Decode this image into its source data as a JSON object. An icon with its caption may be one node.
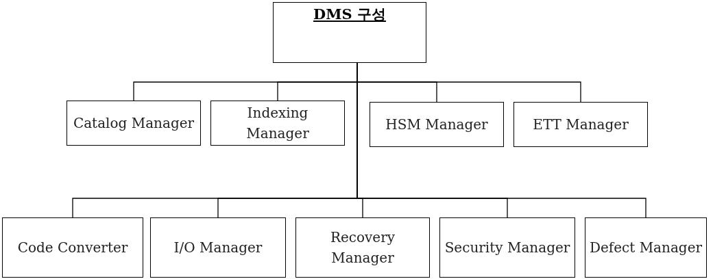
{
  "diagram": {
    "nodes": [
      {
        "text": [
          "DMS 구성"
        ]
      },
      {
        "text": [
          "Catalog Manager"
        ]
      },
      {
        "text": [
          "Indexing Manager"
        ]
      },
      {
        "text": [
          "HSM Manager"
        ]
      },
      {
        "text": [
          "ETT Manager"
        ]
      },
      {
        "text": [
          "Code Converter"
        ]
      },
      {
        "text": [
          "I/O Manager"
        ]
      },
      {
        "text": [
          "Recovery Manager"
        ]
      },
      {
        "text": [
          "Security Manager"
        ]
      },
      {
        "text": [
          "Defect Manager"
        ]
      }
    ],
    "edges": [
      {
        "from": 0,
        "to": 1,
        "arrow": "none"
      },
      {
        "from": 0,
        "to": 2,
        "arrow": "none"
      },
      {
        "from": 0,
        "to": 3,
        "arrow": "none"
      },
      {
        "from": 0,
        "to": 4,
        "arrow": "none"
      },
      {
        "from": 0,
        "to": 5,
        "arrow": "none"
      },
      {
        "from": 0,
        "to": 6,
        "arrow": "none"
      },
      {
        "from": 0,
        "to": 7,
        "arrow": "none"
      },
      {
        "from": 0,
        "to": 8,
        "arrow": "none"
      },
      {
        "from": 0,
        "to": 9,
        "arrow": "none"
      }
    ]
  }
}
